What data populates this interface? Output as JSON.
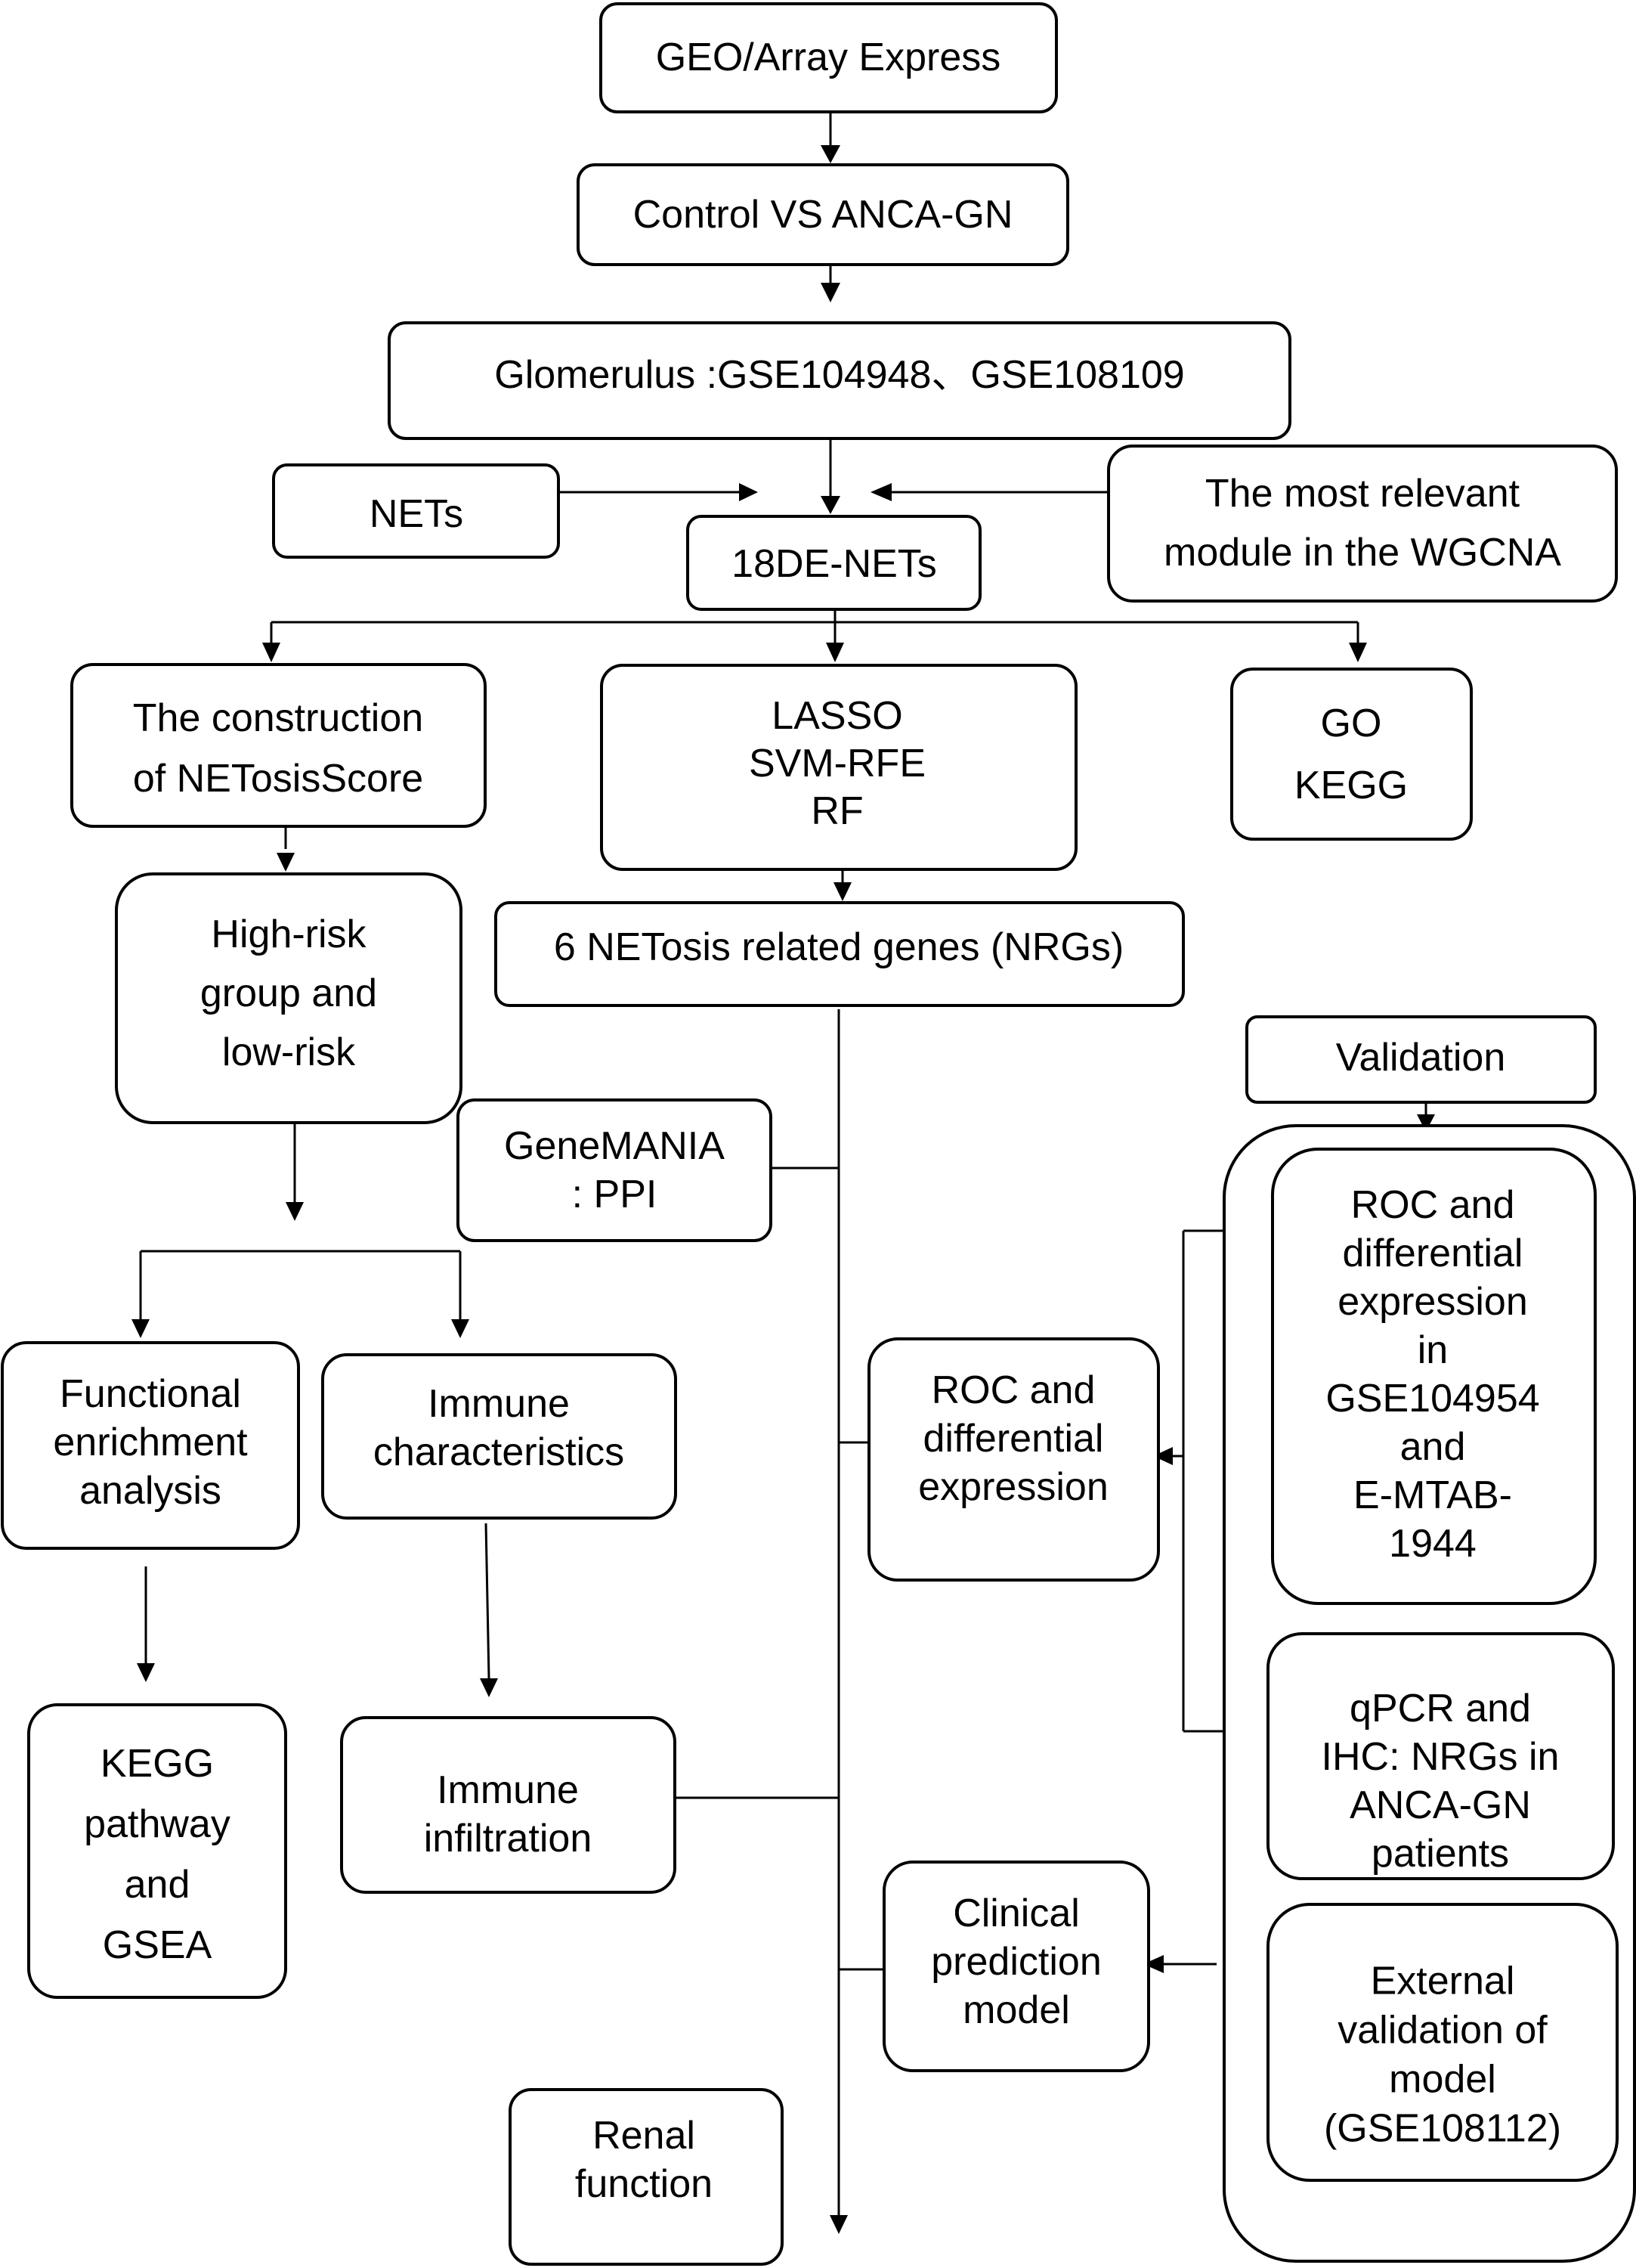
{
  "nodes": {
    "geo": [
      "GEO/Array Express"
    ],
    "control": [
      "Control VS ANCA-GN"
    ],
    "glomerulus": [
      "Glomerulus :GSE104948、GSE108109"
    ],
    "nets": [
      "NETs"
    ],
    "de_nets": [
      "18DE-NETs"
    ],
    "wgcna": [
      "The most relevant",
      "module in the WGCNA"
    ],
    "netosis_score": [
      "The construction",
      "of NETosisScore"
    ],
    "ml": [
      "LASSO",
      "SVM-RFE",
      "RF"
    ],
    "go_kegg": [
      "GO",
      "KEGG"
    ],
    "nrgs": [
      "6 NETosis related genes (NRGs)"
    ],
    "risk": [
      "High-risk",
      "group and",
      "low-risk"
    ],
    "validation": [
      "Validation"
    ],
    "genemania": [
      "GeneMANIA",
      ": PPI"
    ],
    "functional": [
      "Functional",
      "enrichment",
      "analysis"
    ],
    "immune_char": [
      "Immune",
      "characteristics"
    ],
    "roc_mid": [
      "ROC and",
      "differential",
      "expression"
    ],
    "roc_right": [
      "ROC and",
      "differential",
      "expression",
      "in",
      "GSE104954",
      "and",
      "E-MTAB-",
      "1944"
    ],
    "kegg_gsea": [
      "KEGG",
      "pathway",
      "and",
      "GSEA"
    ],
    "immune_inf": [
      "Immune",
      "infiltration"
    ],
    "qpcr": [
      "qPCR and",
      "IHC: NRGs in",
      "ANCA-GN",
      "patients"
    ],
    "clinical": [
      "Clinical",
      "prediction",
      "model"
    ],
    "external": [
      "External",
      "validation of",
      "model",
      "(GSE108112)"
    ],
    "renal": [
      "Renal",
      "function"
    ]
  }
}
